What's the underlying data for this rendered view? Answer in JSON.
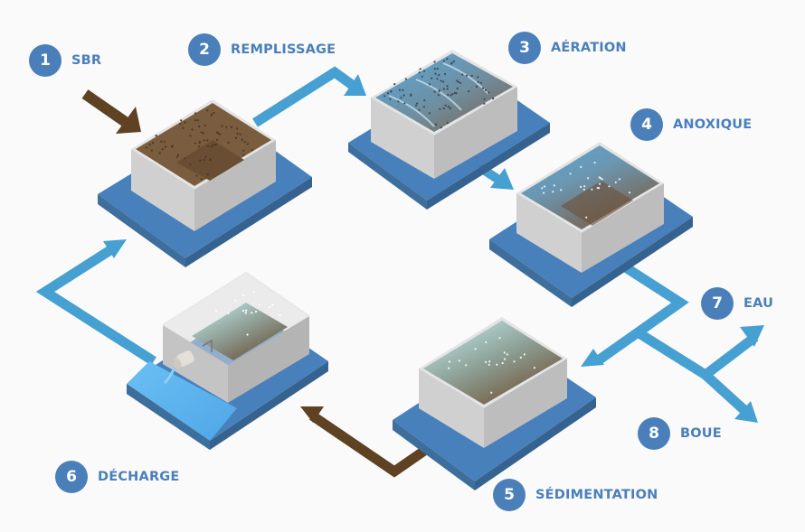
{
  "title": "SBR process cycle",
  "colors": {
    "background": "#fafafb",
    "badge": "#4a7fba",
    "label_text": "#4a7fba",
    "water_arrow": "#46a0d2",
    "sludge_arrow": "#5e4222",
    "platform_top": "#4880bc",
    "platform_side_left": "#3d6e9c",
    "platform_side_right": "#35628f",
    "tank_wall_left": "#cfcfcf",
    "tank_wall_right": "#bdbdbd",
    "tank_rim": "#e6e6e6",
    "sludge": "#7a5c3e",
    "water": "#5fa6d6",
    "clear_water": "#c7f0f2",
    "discharge_pool": "#5fb3ee"
  },
  "steps": [
    {
      "number": "1",
      "label": "SBR",
      "icon": "sludge-inflow-arrow"
    },
    {
      "number": "2",
      "label": "REMPLISSAGE",
      "icon": "filling-tank"
    },
    {
      "number": "3",
      "label": "AÉRATION",
      "icon": "aeration-tank"
    },
    {
      "number": "4",
      "label": "ANOXIQUE",
      "icon": "anoxic-tank"
    },
    {
      "number": "5",
      "label": "SÉDIMENTATION",
      "icon": "sedimentation-tank"
    },
    {
      "number": "6",
      "label": "DÉCHARGE",
      "icon": "discharge-tank"
    },
    {
      "number": "7",
      "label": "EAU",
      "icon": "water-outlet-arrow"
    },
    {
      "number": "8",
      "label": "BOUE",
      "icon": "sludge-outlet-arrow"
    }
  ]
}
